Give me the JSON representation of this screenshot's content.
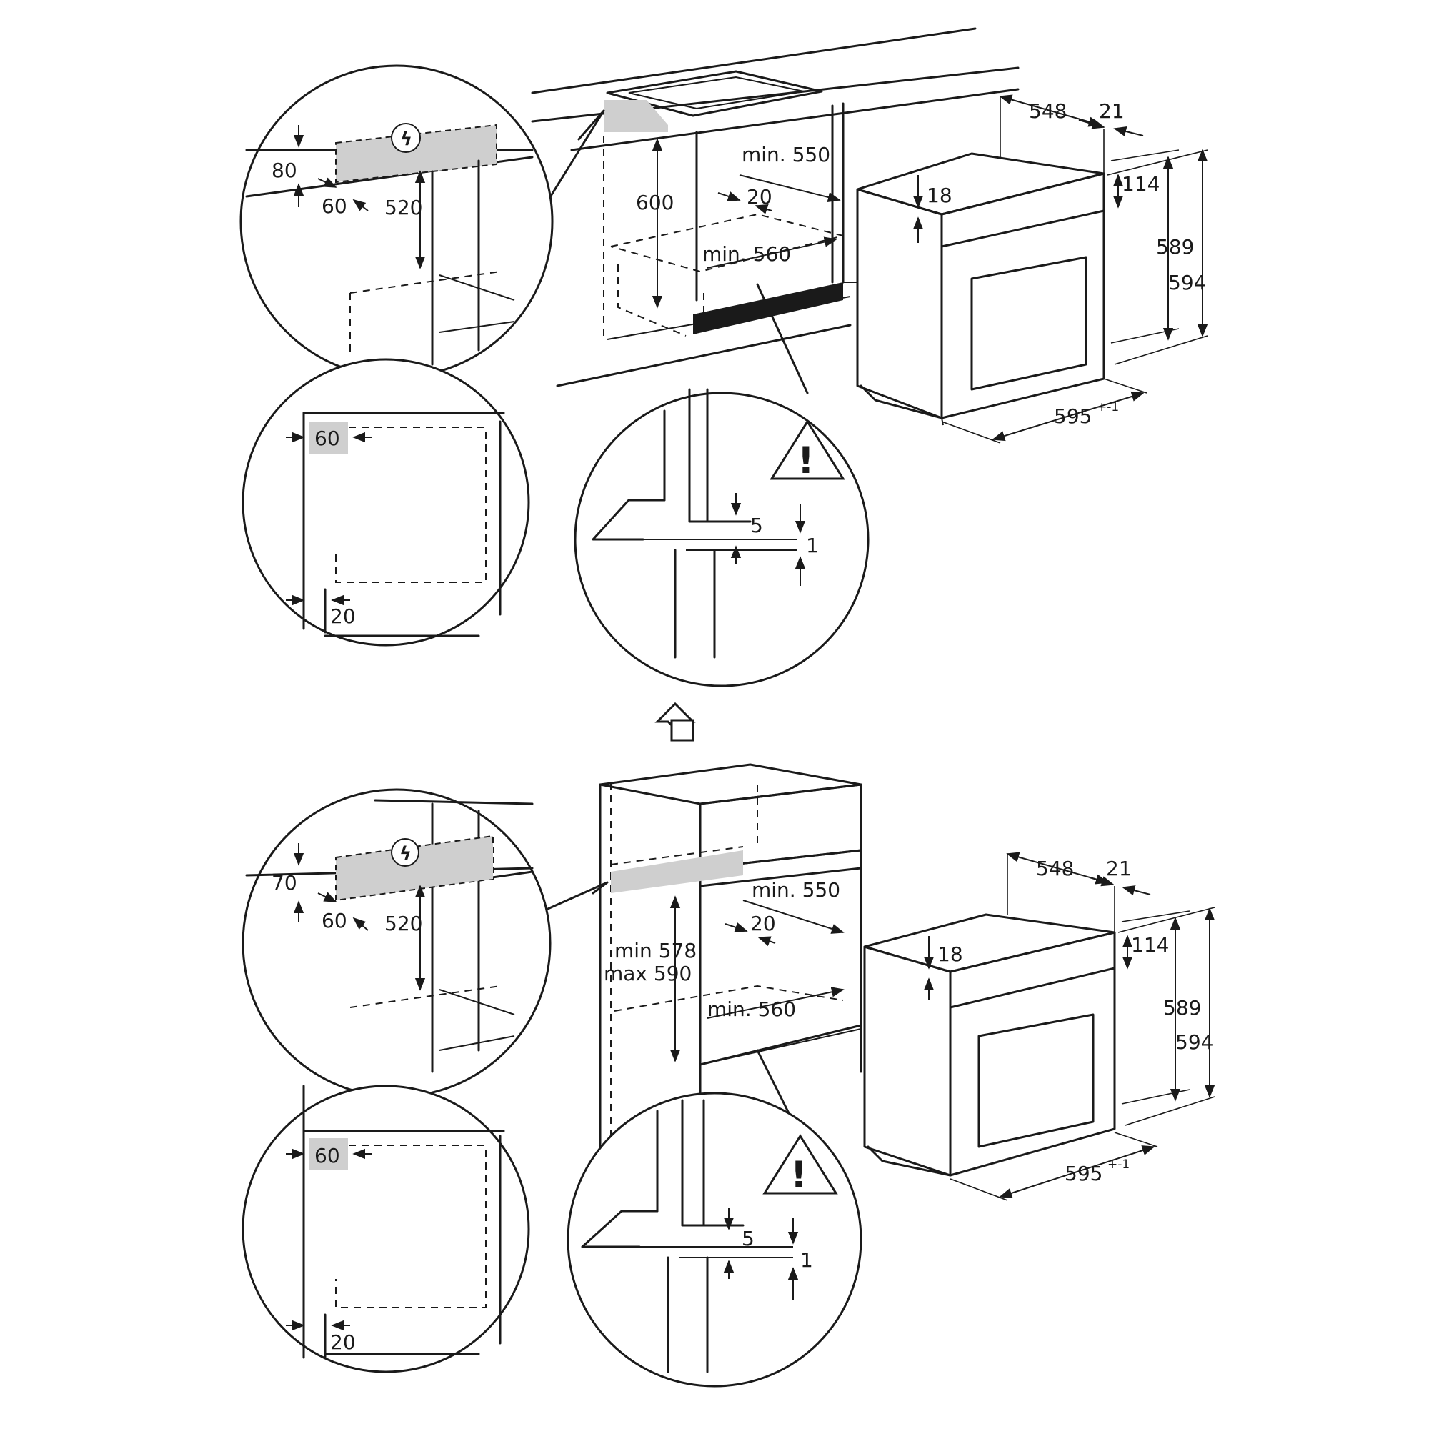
{
  "top_scene": {
    "detail_circle_top": {
      "top_gap": "80",
      "side_gap": "60",
      "height": "520",
      "socket_symbol": "ϟ"
    },
    "main_niche": {
      "height": "600",
      "depth": "min. 550",
      "back_gap": "20",
      "width": "min. 560"
    },
    "detail_circle_bottom": {
      "side_gap": "60",
      "bottom_gap": "20"
    },
    "detail_circle_warning": {
      "warning_symbol": "!",
      "gap_5": "5",
      "gap_1": "1"
    },
    "oven": {
      "depth": "548",
      "door_thickness": "21",
      "panel": "114",
      "top_gap": "18",
      "height_inner": "589",
      "height_total": "594",
      "width": "595",
      "width_tolerance": "+-1"
    }
  },
  "bottom_scene": {
    "up_arrow": "vent-up-arrow",
    "detail_circle_top": {
      "top_gap": "70",
      "side_gap": "60",
      "height": "520",
      "socket_symbol": "ϟ"
    },
    "main_niche": {
      "height_min": "min 578",
      "height_max": "max 590",
      "depth": "min. 550",
      "back_gap": "20",
      "width": "min. 560"
    },
    "detail_circle_bottom": {
      "side_gap": "60",
      "bottom_gap": "20"
    },
    "detail_circle_warning": {
      "warning_symbol": "!",
      "gap_5": "5",
      "gap_1": "1"
    },
    "oven": {
      "depth": "548",
      "door_thickness": "21",
      "panel": "114",
      "top_gap": "18",
      "height_inner": "589",
      "height_total": "594",
      "width": "595",
      "width_tolerance": "+-1"
    }
  }
}
